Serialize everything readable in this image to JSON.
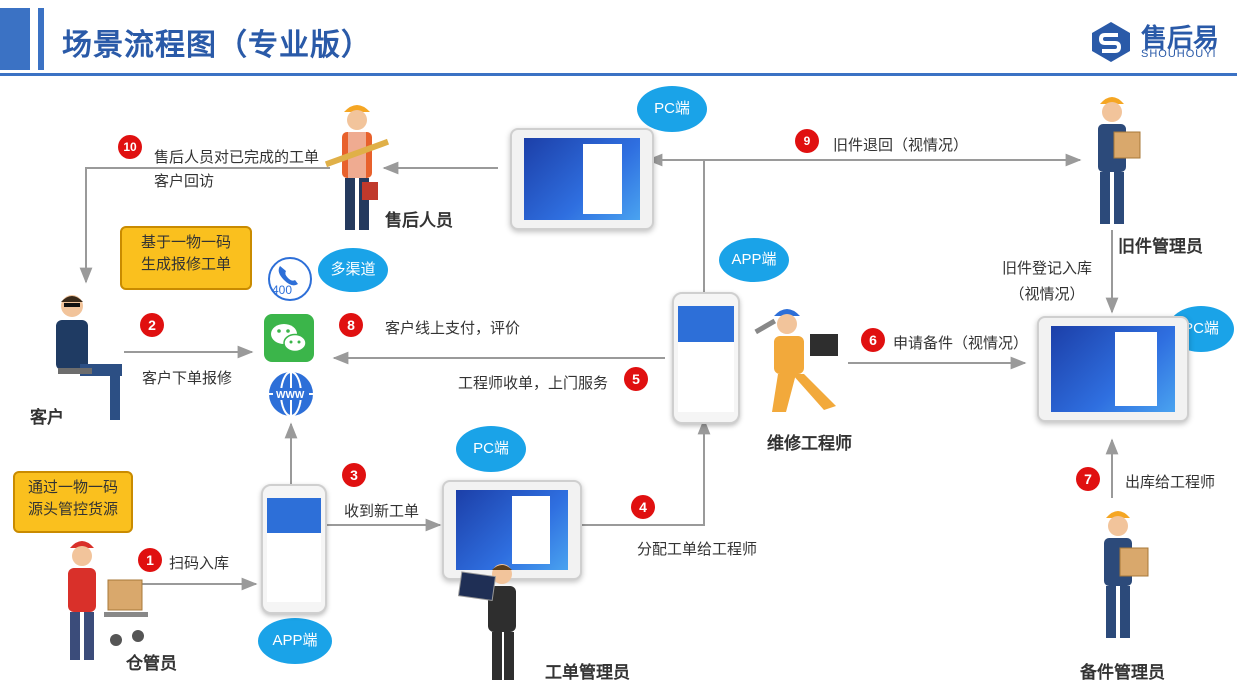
{
  "header": {
    "title": "场景流程图（专业版）",
    "logo_name": "售后易",
    "logo_sub": "SHOUHOUYI"
  },
  "roles": {
    "aftersales": "售后人员",
    "old_parts_admin": "旧件管理员",
    "customer": "客户",
    "engineer": "维修工程师",
    "warehouse": "仓管员",
    "order_admin": "工单管理员",
    "spare_parts_admin": "备件管理员"
  },
  "bubbles": {
    "pc_top": "PC端",
    "app_engineer": "APP端",
    "multichannel": "多渠道",
    "pc_right": "PC端",
    "pc_bottom": "PC端",
    "app_bottom": "APP端"
  },
  "notes": {
    "customer_note": "基于一物一码\n生成报修工单",
    "warehouse_note": "通过一物一码\n源头管控货源"
  },
  "channels": {
    "hotline": "400"
  },
  "steps": [
    {
      "num": "1",
      "label": "扫码入库"
    },
    {
      "num": "2",
      "label": "客户下单报修"
    },
    {
      "num": "3",
      "label": "收到新工单"
    },
    {
      "num": "4",
      "label": "分配工单给工程师"
    },
    {
      "num": "5",
      "label": "工程师收单，上门服务"
    },
    {
      "num": "6",
      "label": "申请备件（视情况）"
    },
    {
      "num": "7",
      "label": "出库给工程师"
    },
    {
      "num": "8",
      "label": "客户线上支付，评价"
    },
    {
      "num": "9",
      "label": "旧件退回（视情况）"
    },
    {
      "num": "10",
      "label": "售后人员对已完成的工单\n客户回访"
    }
  ],
  "old_parts_register": "旧件登记入库\n（视情况）",
  "colors": {
    "brand_blue": "#3b72c4",
    "bubble_blue": "#1aa3e8",
    "step_red": "#e01010",
    "note_yellow": "#fac01e",
    "arrow_gray": "#9a9a9a",
    "wechat_green": "#3bb54a"
  }
}
